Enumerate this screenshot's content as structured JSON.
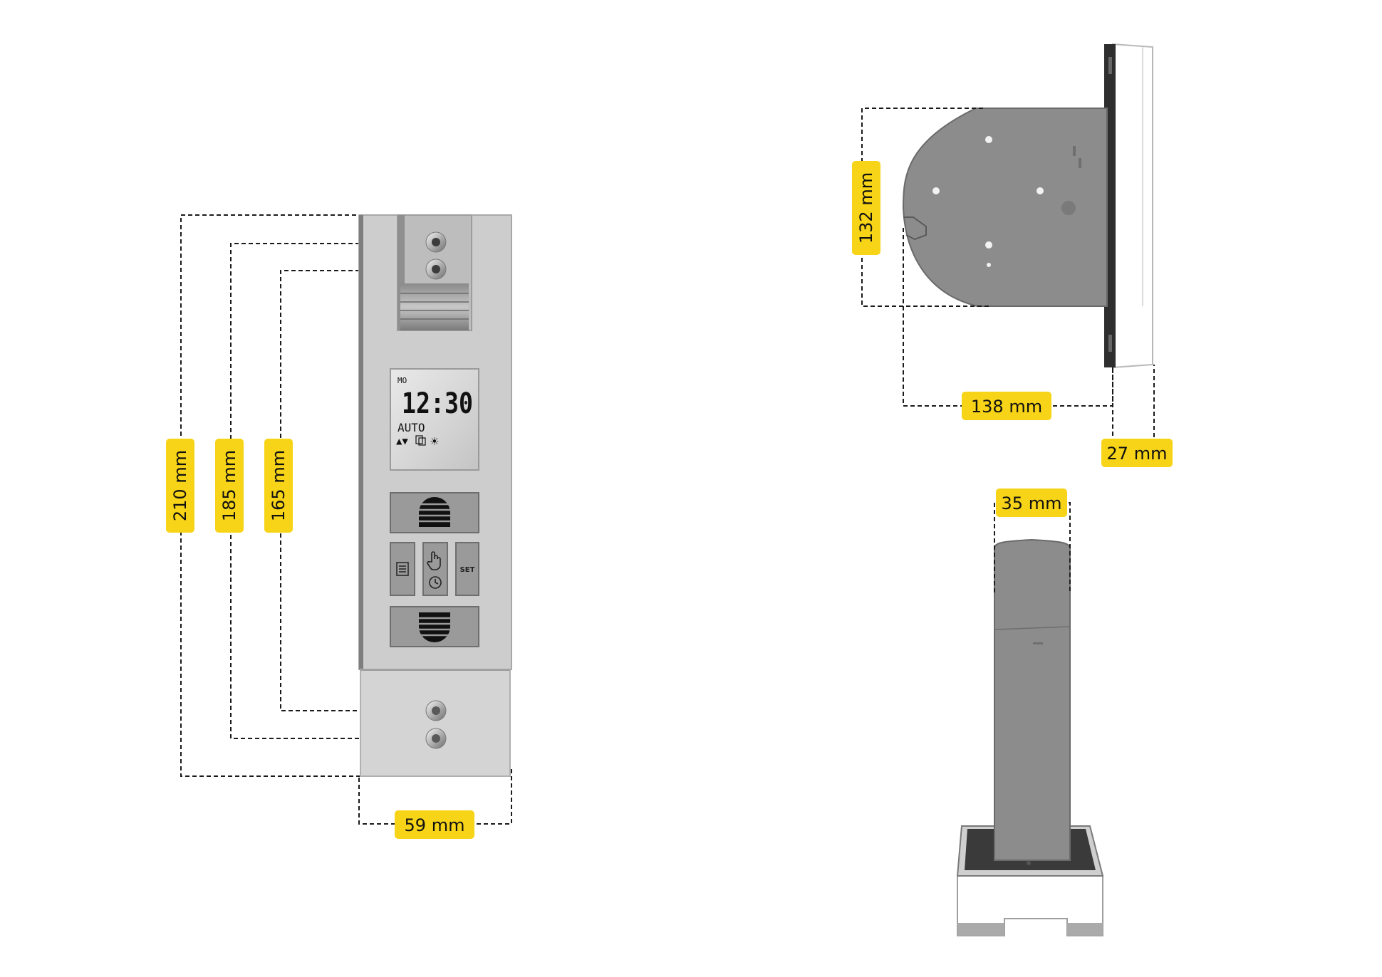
{
  "dimensions": {
    "height_outer": "210 mm",
    "height_mid": "185 mm",
    "height_inner": "165 mm",
    "width_front": "59 mm",
    "side_height": "132 mm",
    "side_depth": "138 mm",
    "panel_depth": "27 mm",
    "bottom_width": "35 mm"
  },
  "display": {
    "day": "MO",
    "time": "12:30",
    "mode": "AUTO",
    "arrows": "▲▼",
    "sun": "☀"
  },
  "buttons": {
    "set_label": "SET"
  },
  "colors": {
    "label_bg": "#F7D417",
    "housing": "#CDCDCD",
    "side_plate": "#8C8C8C",
    "dashed_line": "#1a1a1a"
  }
}
